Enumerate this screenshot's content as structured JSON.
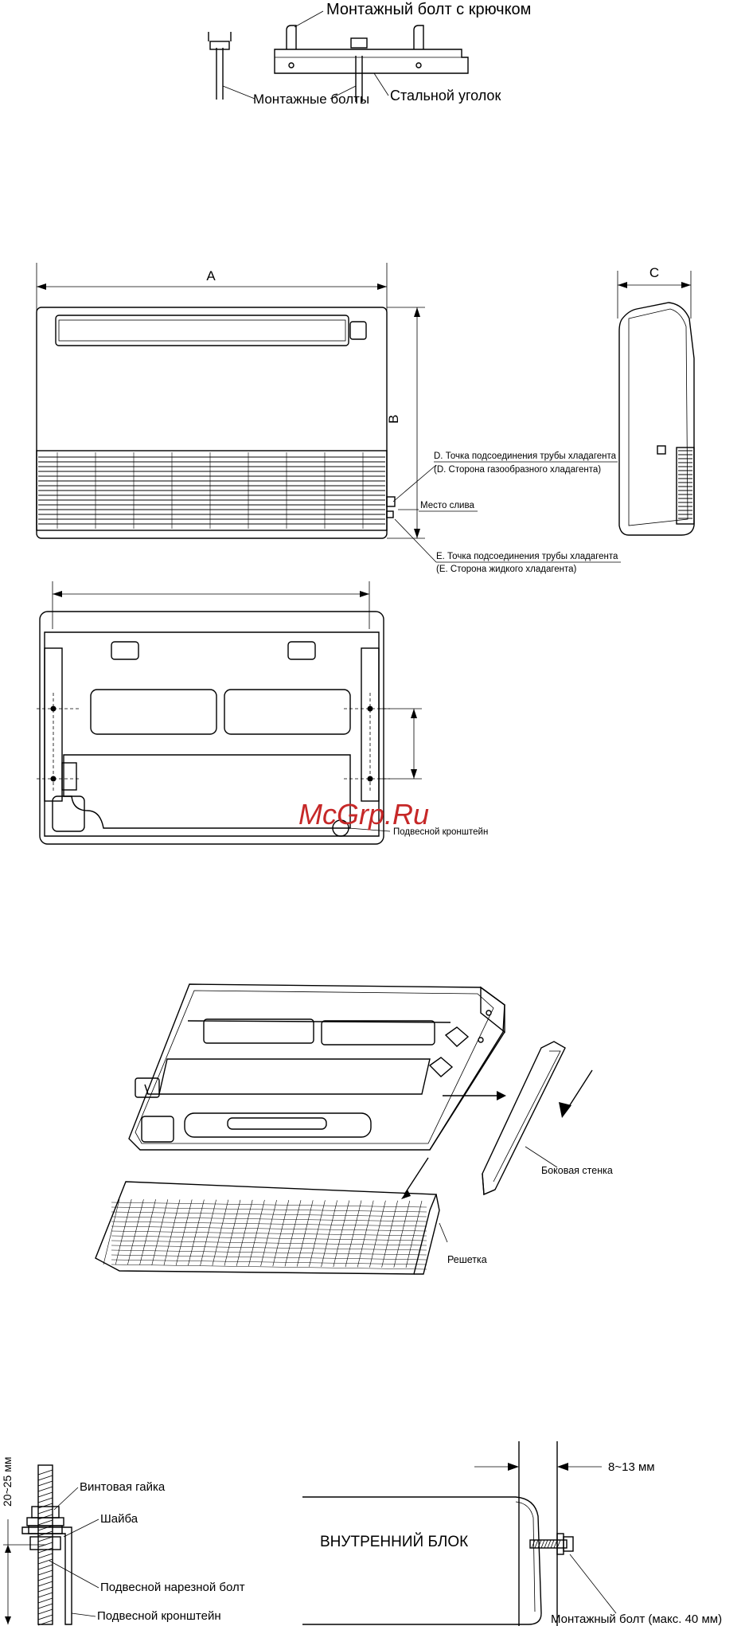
{
  "fig_hanger": {
    "hook_bolt": "Монтажный болт с крючком",
    "bolts": "Монтажные болты",
    "angle": "Стальной уголок"
  },
  "fig_dims": {
    "dim_a": "A",
    "dim_b": "B",
    "dim_c": "C",
    "point_d": "D. Точка подсоединения трубы хладагента",
    "side_d": "(D. Сторона газообразного хладагента)",
    "drain": "Место слива",
    "point_e": "E. Точка подсоединения трубы хладагента",
    "side_e": "(E. Сторона жидкого хладагента)"
  },
  "fig_back": {
    "bracket": "Подвесной кронштейн"
  },
  "watermark": "McGrp.Ru",
  "fig_exploded": {
    "side_wall": "Боковая стенка",
    "grille": "Решетка"
  },
  "fig_detail": {
    "size_range": "20~25 мм",
    "nut": "Винтовая гайка",
    "washer": "Шайба",
    "threaded_bolt": "Подвесной нарезной болт",
    "bracket": "Подвесной кронштейн"
  },
  "fig_mount": {
    "gap": "8~13 мм",
    "unit": "ВНУТРЕННИЙ БЛОК",
    "bolt_max": "Монтажный болт (макс. 40 мм)"
  }
}
